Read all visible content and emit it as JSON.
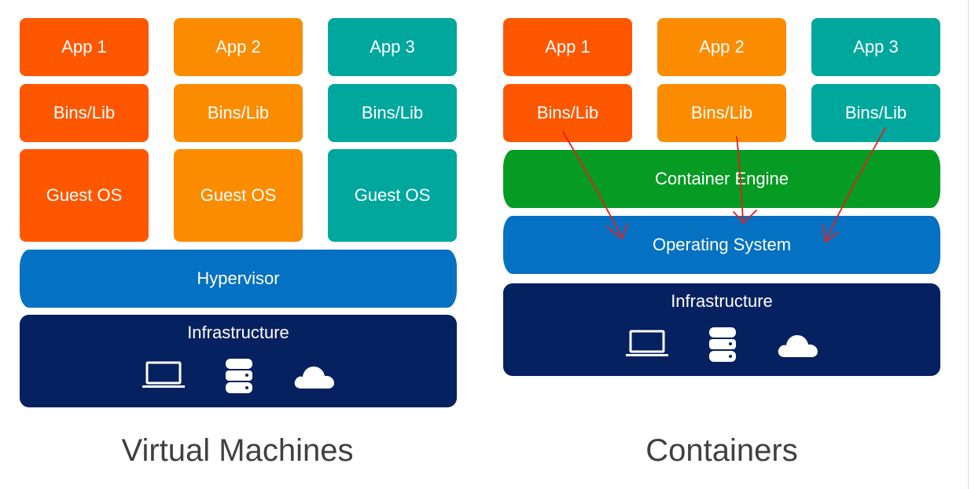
{
  "vm": {
    "apps": [
      "App 1",
      "App 2",
      "App 3"
    ],
    "bins": [
      "Bins/Lib",
      "Bins/Lib",
      "Bins/Lib"
    ],
    "guest_os": [
      "Guest OS",
      "Guest OS",
      "Guest OS"
    ],
    "hypervisor": "Hypervisor",
    "infrastructure": "Infrastructure",
    "caption": "Virtual Machines"
  },
  "containers": {
    "apps": [
      "App 1",
      "App 2",
      "App 3"
    ],
    "bins": [
      "Bins/Lib",
      "Bins/Lib",
      "Bins/Lib"
    ],
    "engine": "Container Engine",
    "os": "Operating System",
    "infrastructure": "Infrastructure",
    "caption": "Containers"
  },
  "icons": [
    "laptop-icon",
    "database-icon",
    "cloud-icon"
  ],
  "colors": {
    "app1": "#ff5700",
    "app2": "#fb8c00",
    "app3": "#00a79d",
    "engine": "#069b23",
    "os": "#0571c2",
    "infrastructure": "#06215f",
    "annotation": "#e0201c"
  }
}
